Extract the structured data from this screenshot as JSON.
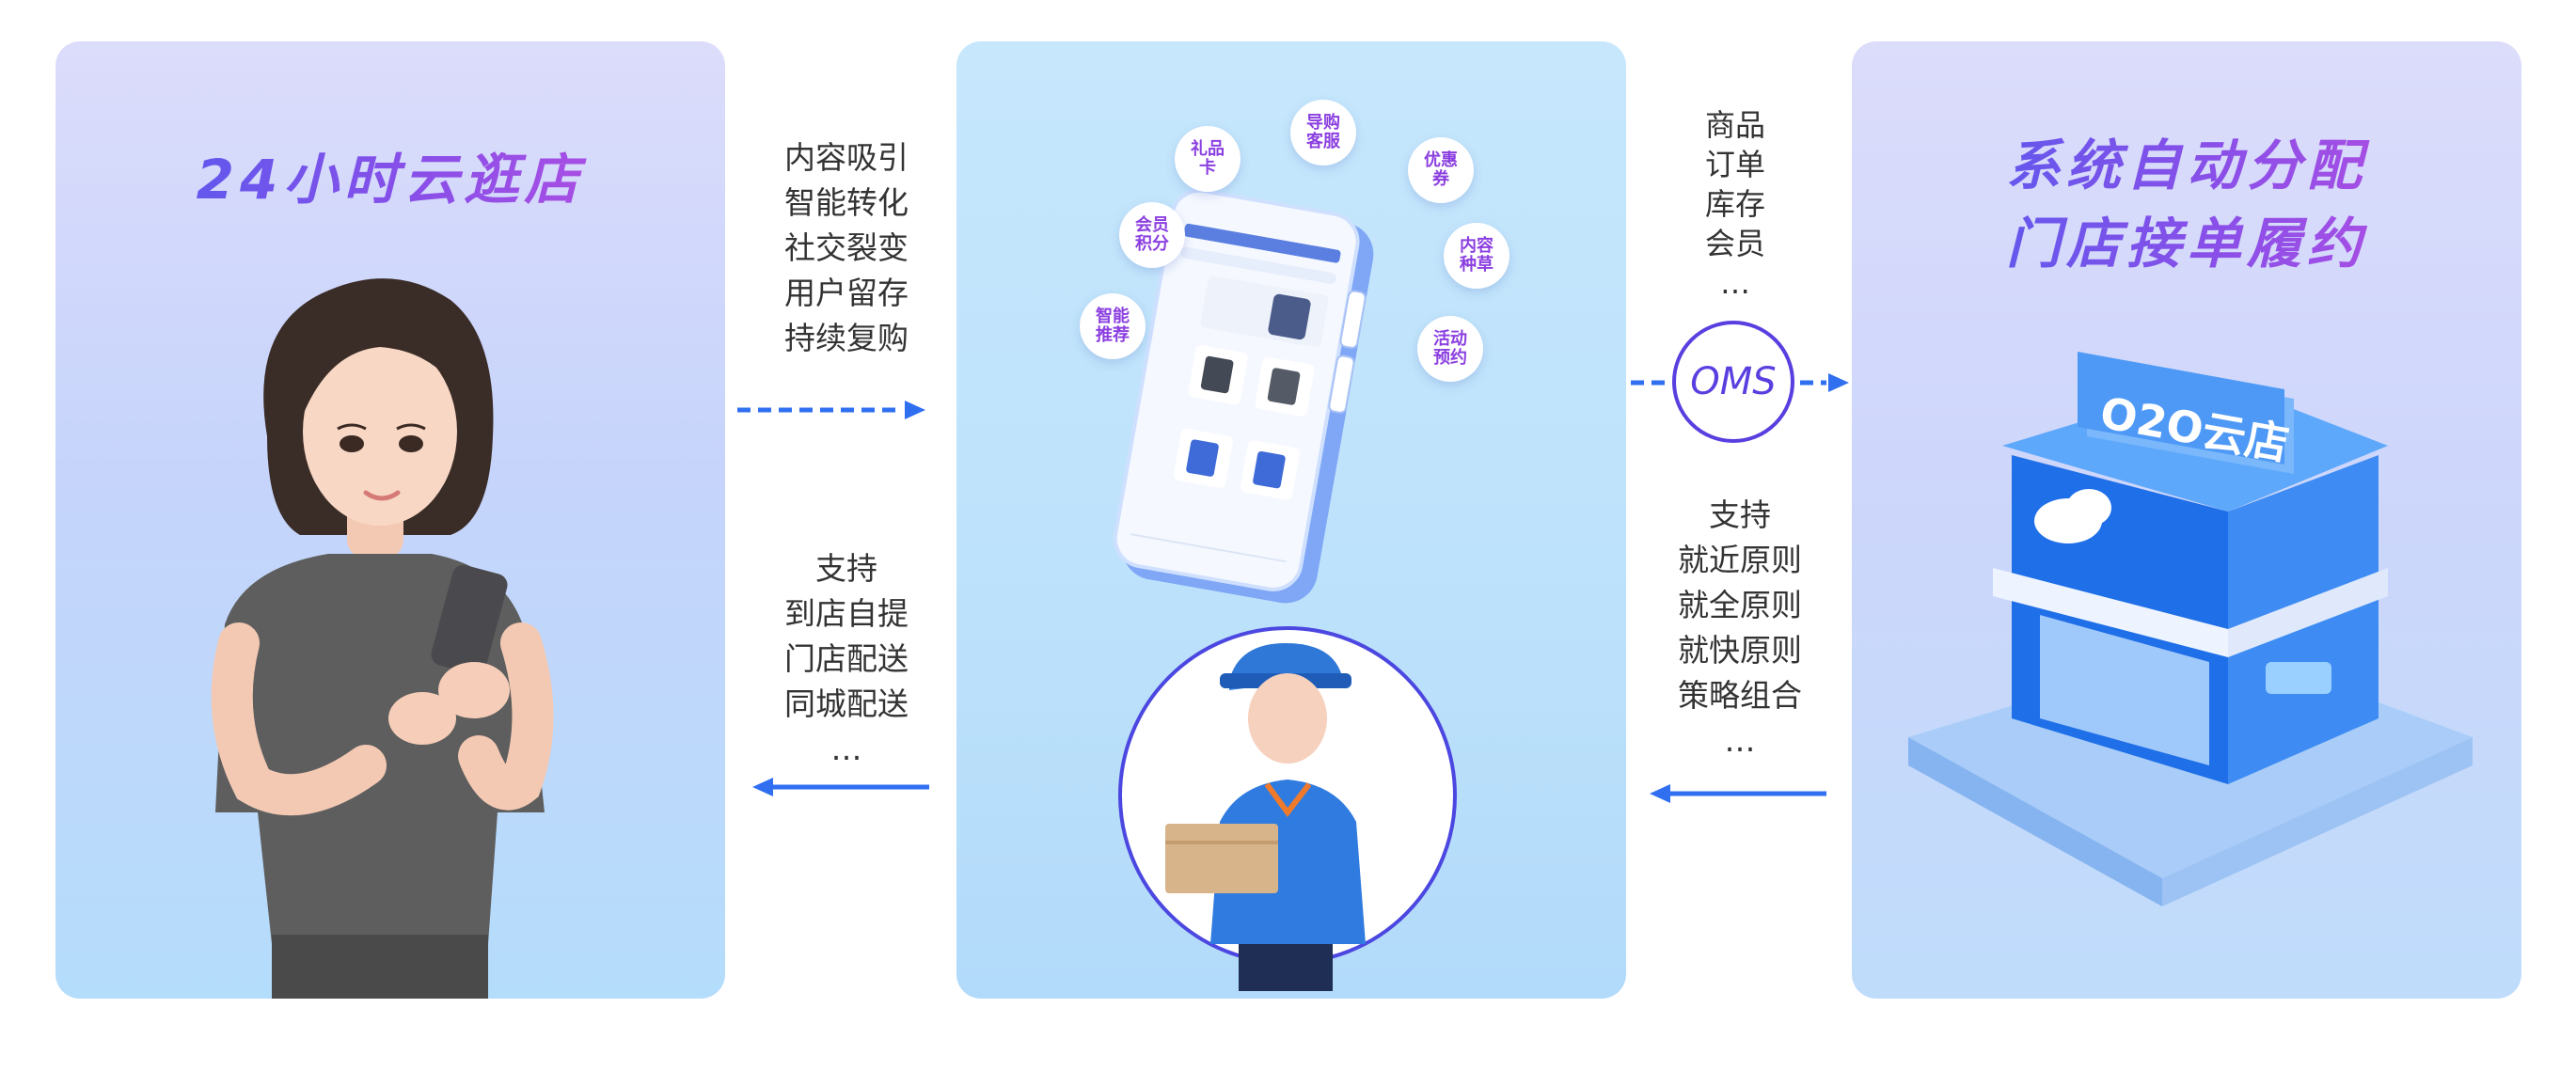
{
  "left_panel": {
    "title": "24小时云逛店"
  },
  "flow_right_top": {
    "items": [
      "内容吸引",
      "智能转化",
      "社交裂变",
      "用户留存",
      "持续复购"
    ]
  },
  "flow_left_bottom": {
    "items": [
      "支持",
      "到店自提",
      "门店配送",
      "同城配送",
      "…"
    ]
  },
  "middle_panel": {
    "bubbles": [
      {
        "text": "礼品卡"
      },
      {
        "text": "导购客服"
      },
      {
        "text": "优惠券"
      },
      {
        "text": "会员积分"
      },
      {
        "text": "内容种草"
      },
      {
        "text": "智能推荐"
      },
      {
        "text": "活动预约"
      }
    ]
  },
  "oms": {
    "label": "OMS",
    "inputs": [
      "商品",
      "订单",
      "库存",
      "会员",
      "…"
    ],
    "strategies": [
      "支持",
      "就近原则",
      "就全原则",
      "就快原则",
      "策略组合",
      "…"
    ]
  },
  "right_panel": {
    "title_line1": "系统自动分配",
    "title_line2": "门店接单履约",
    "store_sign": "O2O云店"
  },
  "colors": {
    "accent": "#2f6ff0",
    "oms_ring": "#5a3fe0",
    "title_gradient_start": "#4b5df0",
    "title_gradient_end": "#c04ee0"
  }
}
